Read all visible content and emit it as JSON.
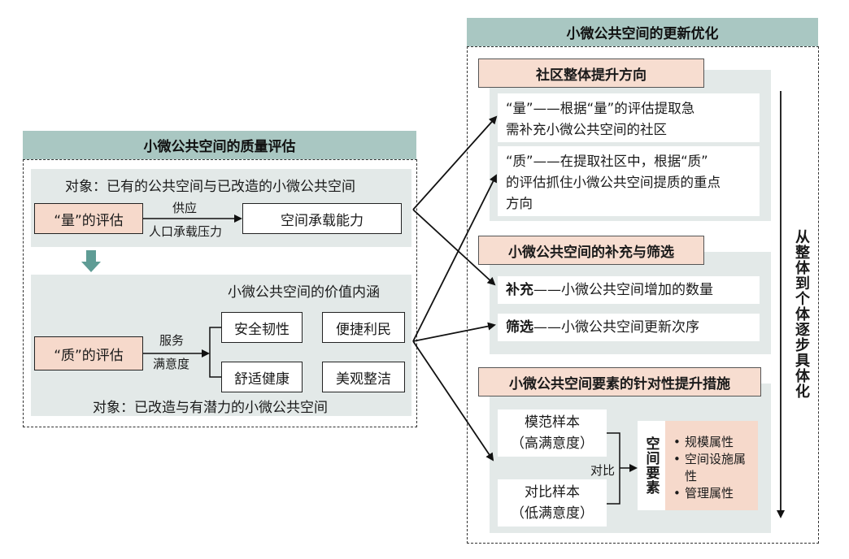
{
  "left": {
    "title": "小微公共空间的质量评估",
    "top_object": "对象：已有的公共空间与已改造的小微公共空间",
    "quantity_eval": "“量”的评估",
    "arrow_top_label": "供应",
    "arrow_bottom_label": "人口承载压力",
    "capacity": "空间承载能力",
    "value_title": "小微公共空间的价值内涵",
    "quality_eval": "“质”的评估",
    "service_label": "服务",
    "satisfaction_label": "满意度",
    "values": [
      "安全韧性",
      "便捷利民",
      "舒适健康",
      "美观整洁"
    ],
    "bottom_object": "对象：已改造与有潜力的小微公共空间"
  },
  "right": {
    "title": "小微公共空间的更新优化",
    "section1": {
      "title": "社区整体提升方向",
      "item1_lines": [
        "“量”——根据“量”的评估提取急",
        "需补充小微公共空间的社区"
      ],
      "item2_lines": [
        "“质”——在提取社区中，根据“质”",
        "的评估抓住小微公共空间提质的重点",
        "方向"
      ]
    },
    "section2": {
      "title": "小微公共空间的补充与筛选",
      "item1_bold": "补充",
      "item1_rest": "——小微公共空间增加的数量",
      "item2_bold": "筛选",
      "item2_rest": "——小微公共空间更新次序"
    },
    "section3": {
      "title": "小微公共空间要素的针对性提升措施",
      "sample_high": [
        "模范样本",
        "（高满意度）"
      ],
      "sample_low": [
        "对比样本",
        "（低满意度）"
      ],
      "compare_label": "对比",
      "element_label": "空间要素",
      "attributes": [
        "规模属性",
        "空间设施属性",
        "管理属性"
      ]
    },
    "side_text": "从整体到个体逐步具体化"
  }
}
